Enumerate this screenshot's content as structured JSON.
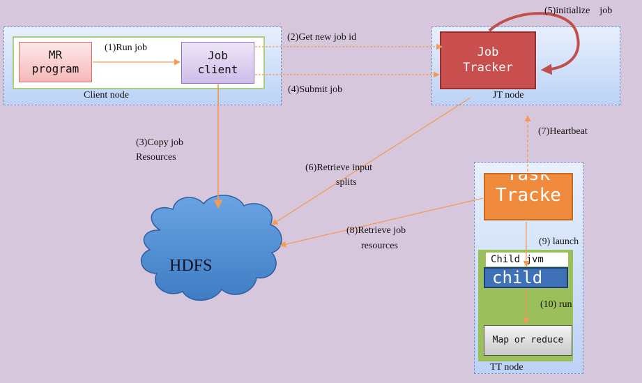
{
  "client_node": {
    "caption": "Client node",
    "mr_program": "MR\nprogram",
    "job_client": "Job\nclient"
  },
  "jt_node": {
    "caption": "JT node",
    "job_tracker": "Job\nTracker"
  },
  "tt_node": {
    "caption": "TT node",
    "task_tracker": "Task\nTracke",
    "child_jvm": "Child jvm",
    "child": "child",
    "map_or_reduce": "Map or reduce"
  },
  "hdfs": {
    "label": "HDFS"
  },
  "steps": {
    "run_job": "(1)Run job",
    "get_new_job_id": "(2)Get new job id",
    "copy_job_resources_1": "(3)Copy job",
    "copy_job_resources_2": "Resources",
    "submit_job": "(4)Submit job",
    "initialize_job": "(5)initialize    job",
    "retrieve_input_splits_1": "(6)Retrieve input",
    "retrieve_input_splits_2": "splits",
    "heartbeat": "(7)Heartbeat",
    "retrieve_job_resources_1": "(8)Retrieve job",
    "retrieve_job_resources_2": "resources",
    "launch": "(9) launch",
    "run": "(10) run"
  },
  "colors": {
    "background": "#d7c7dc",
    "node_fill": "#c8dbf8",
    "job_tracker": "#c94f4f",
    "task_tracker": "#f08a3c",
    "child": "#3f71b8",
    "child_jvm_fill": "#9bbf5a",
    "arrow": "#f39a57",
    "loop_arrow": "#c0504d",
    "hdfs_fill": "#4d8bd0"
  }
}
